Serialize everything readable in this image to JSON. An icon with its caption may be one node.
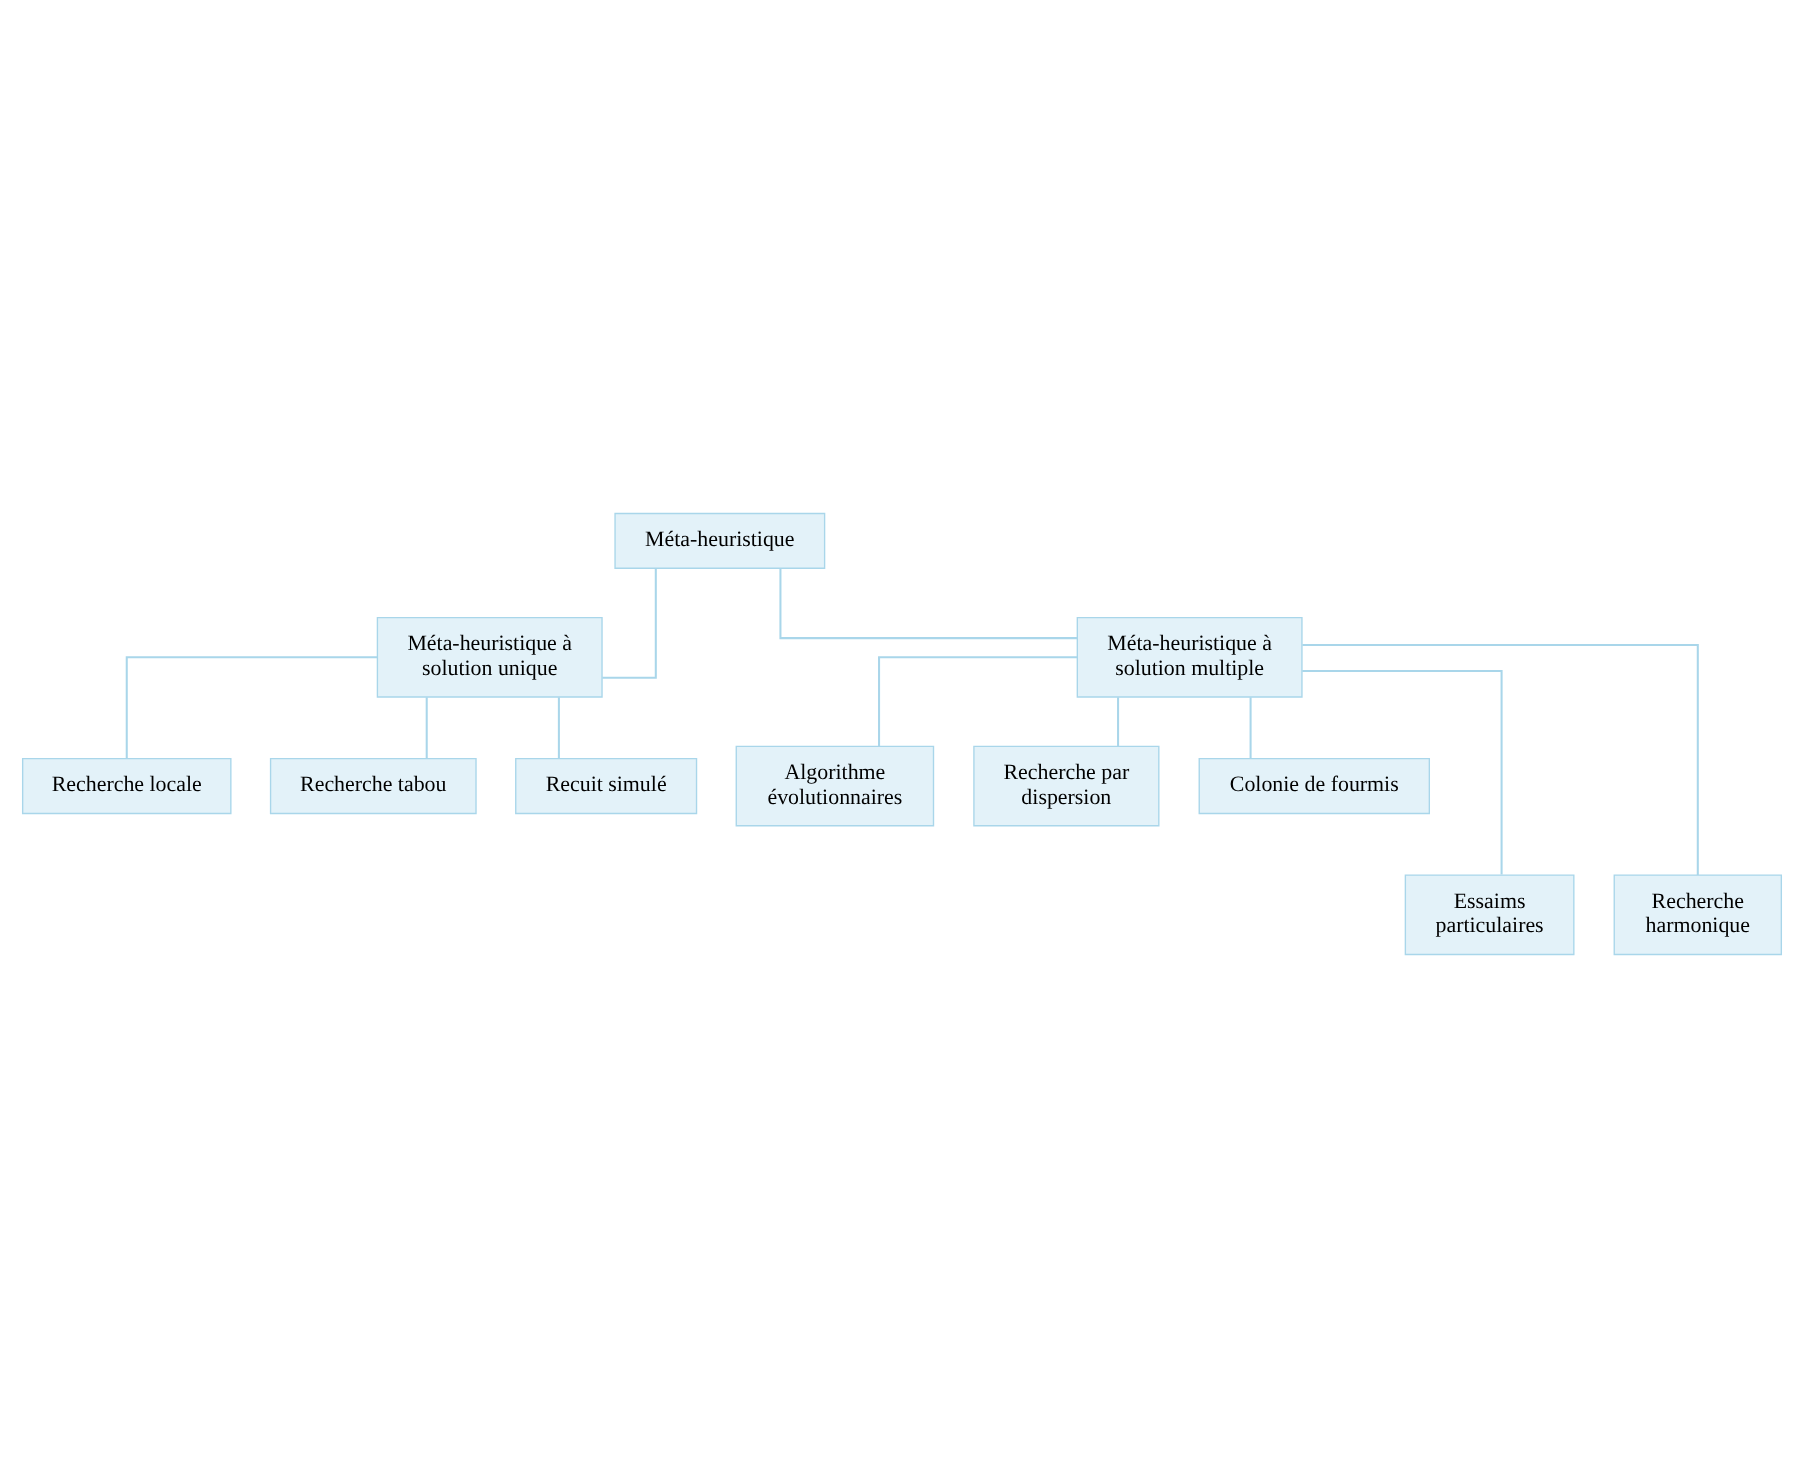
{
  "diagram": {
    "nodes": [
      {
        "text": [
          "Méta-heuristique"
        ]
      },
      {
        "text": [
          "Méta-heuristique à solution unique"
        ]
      },
      {
        "text": [
          "Recherche locale"
        ]
      },
      {
        "text": [
          "Recherche tabou"
        ]
      },
      {
        "text": [
          "Recuit simulé"
        ]
      },
      {
        "text": [
          "Méta-heuristique à solution multiple"
        ]
      },
      {
        "text": [
          "Algorithme évolutionnaires"
        ]
      },
      {
        "text": [
          "Recherche par dispersion"
        ]
      },
      {
        "text": [
          "Colonie de fourmis"
        ]
      },
      {
        "text": [
          "Essaims particulaires"
        ]
      },
      {
        "text": [
          "Recherche harmonique"
        ]
      }
    ],
    "edges": [
      {
        "from": 0,
        "to": 1,
        "arrow": "none"
      },
      {
        "from": 0,
        "to": 5,
        "arrow": "none"
      },
      {
        "from": 1,
        "to": 2,
        "arrow": "none"
      },
      {
        "from": 1,
        "to": 3,
        "arrow": "none"
      },
      {
        "from": 1,
        "to": 4,
        "arrow": "none"
      },
      {
        "from": 5,
        "to": 6,
        "arrow": "none"
      },
      {
        "from": 5,
        "to": 9,
        "arrow": "none"
      },
      {
        "from": 5,
        "to": 7,
        "arrow": "none"
      },
      {
        "from": 5,
        "to": 10,
        "arrow": "none"
      },
      {
        "from": 5,
        "to": 8,
        "arrow": "none"
      }
    ]
  }
}
